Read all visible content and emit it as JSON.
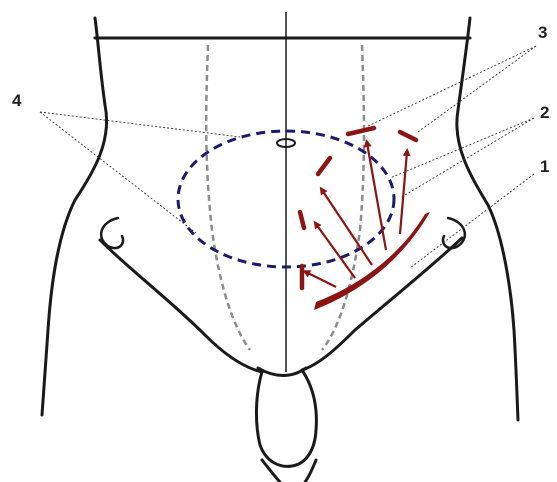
{
  "labels": {
    "one": "1",
    "two": "2",
    "three": "3",
    "four": "4"
  },
  "colors": {
    "outline": "#1a1a1a",
    "incision": "#8b1515",
    "dashed_ellipse": "#1c1a6b",
    "dashed_lines": "#8c8c8c",
    "leader_lines": "#333333"
  },
  "icons": {
    "umbilicus": "umbilicus-icon"
  }
}
